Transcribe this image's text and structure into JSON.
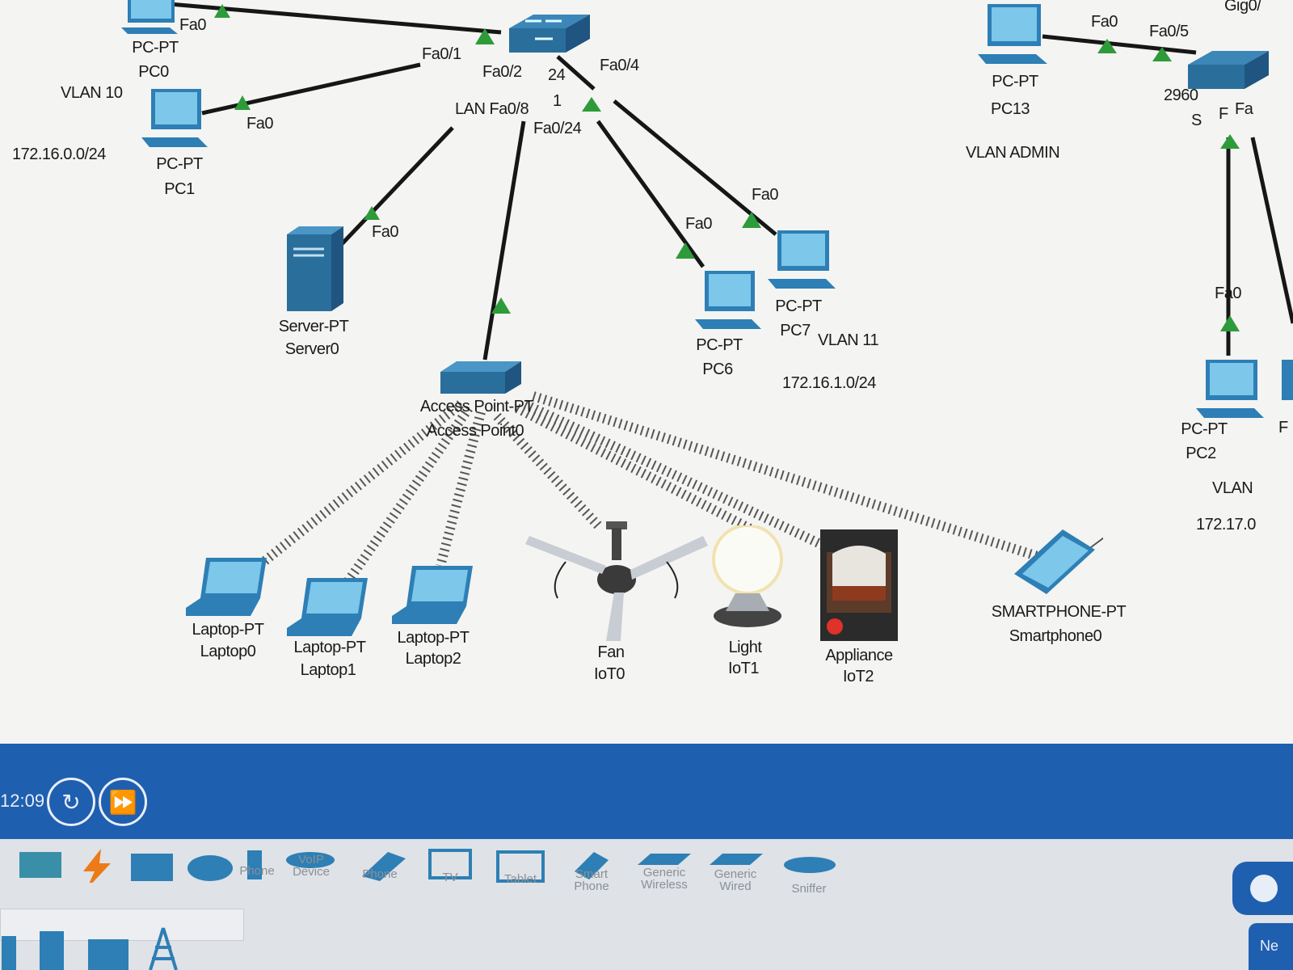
{
  "topology": {
    "labels": {
      "fa0_pc0": "Fa0",
      "pc0_model": "PC-PT",
      "pc0_name": "PC0",
      "vlan10": "VLAN 10",
      "net10": "172.16.0.0/24",
      "fa0_pc1": "Fa0",
      "pc1_model": "PC-PT",
      "pc1_name": "PC1",
      "sw_fa01": "Fa0/1",
      "sw_fa02": "Fa0/2",
      "sw_24": "24",
      "sw_fa04": "Fa0/4",
      "sw_lan": "LAN Fa0/8",
      "sw_1": "1",
      "sw_fa024": "Fa0/24",
      "fa0_server": "Fa0",
      "server_model": "Server-PT",
      "server_name": "Server0",
      "fa0_pc6": "Fa0",
      "fa0_pc7": "Fa0",
      "pc7_model": "PC-PT",
      "pc7_name": "PC7",
      "vlan11": "VLAN 11",
      "pc6_model": "PC-PT",
      "pc6_name": "PC6",
      "net11": "172.16.1.0/24",
      "ap_model": "Access Point-PT",
      "ap_name": "Access Point0",
      "laptop0_model": "Laptop-PT",
      "laptop0_name": "Laptop0",
      "laptop1_model": "Laptop-PT",
      "laptop1_name": "Laptop1",
      "laptop2_model": "Laptop-PT",
      "laptop2_name": "Laptop2",
      "fan_model": "Fan",
      "fan_name": "IoT0",
      "light_model": "Light",
      "light_name": "IoT1",
      "appliance_model": "Appliance",
      "appliance_name": "IoT2",
      "phone_model": "SMARTPHONE-PT",
      "phone_name": "Smartphone0",
      "gig": "Gig0/",
      "fa0_pc13": "Fa0",
      "fa05": "Fa0/5",
      "pc13_model": "PC-PT",
      "pc13_name": "PC13",
      "sw2_model": "2960",
      "sw2_s": "S",
      "sw2_f": "F",
      "sw2_fa": "Fa",
      "vlan_admin": "VLAN ADMIN",
      "fa0_pc2": "Fa0",
      "pc2_model": "PC-PT",
      "pc2_name": "PC2",
      "pc2_next": "F",
      "vlan_right": "VLAN",
      "net_right": "172.17.0"
    }
  },
  "timebar": {
    "time": "12:09"
  },
  "device_categories": [
    {
      "label": "Phone"
    },
    {
      "label": "VoIP\nDevice"
    },
    {
      "label": "Phone"
    },
    {
      "label": "TV"
    },
    {
      "label": "Tablet"
    },
    {
      "label": "Smart\nPhone"
    },
    {
      "label": "Generic\nWireless"
    },
    {
      "label": "Generic\nWired"
    },
    {
      "label": "Sniffer"
    }
  ],
  "new_button": "Ne",
  "colors": {
    "timebar": "#1f5fb0",
    "device": "#2d7fb5",
    "link": "#1a1a1a",
    "port_up": "#2e9b3a"
  }
}
